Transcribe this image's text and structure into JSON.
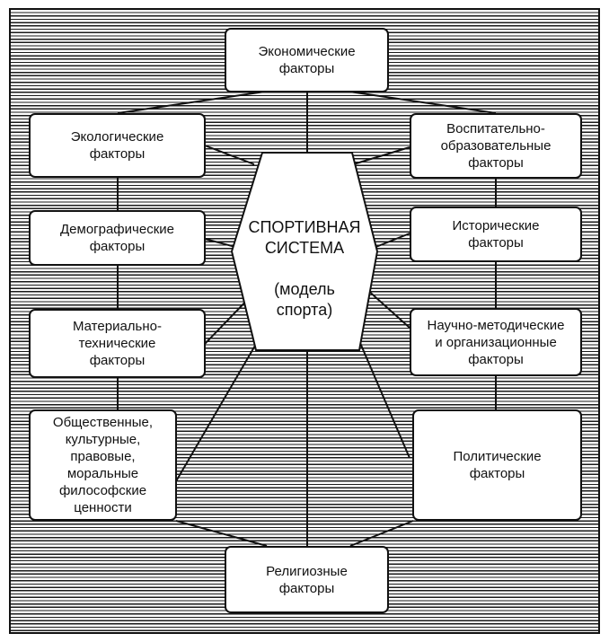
{
  "center": {
    "title": "СПОРТИВНАЯ\nСИСТЕМА",
    "subtitle": "(модель\nспорта)"
  },
  "factors": {
    "economic": "Экономические\nфакторы",
    "ecological": "Экологические\nфакторы",
    "educational": "Воспитательно-\nобразовательные\nфакторы",
    "demographic": "Демографические\nфакторы",
    "historical": "Исторические\nфакторы",
    "material": "Материально-\nтехнические\nфакторы",
    "scientific": "Научно-методические\nи организационные\nфакторы",
    "social": "Общественные,\nкультурные,\nправовые,\nморальные\nфилософские\nценности",
    "political": "Политические\nфакторы",
    "religious": "Религиозные\nфакторы"
  }
}
